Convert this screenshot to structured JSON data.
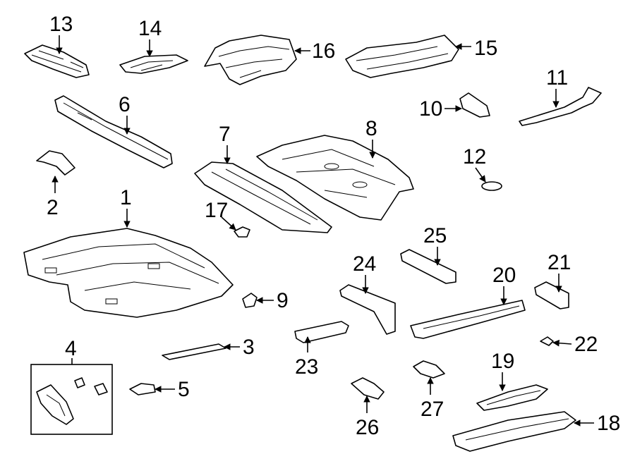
{
  "diagram": {
    "callouts": [
      "1",
      "2",
      "3",
      "4",
      "5",
      "6",
      "7",
      "8",
      "9",
      "10",
      "11",
      "12",
      "13",
      "14",
      "15",
      "16",
      "17",
      "18",
      "19",
      "20",
      "21",
      "22",
      "23",
      "24",
      "25",
      "26",
      "27"
    ]
  },
  "colors": {
    "line": "#000000",
    "background": "#ffffff"
  }
}
